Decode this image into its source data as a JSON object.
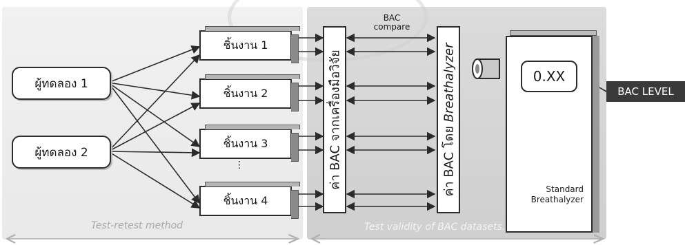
{
  "subjects": [
    "ผู้ทดลอง 1",
    "ผู้ทดลอง 2"
  ],
  "samples": [
    "ชิ้นงาน 1",
    "ชิ้นงาน 2",
    "ชิ้นงาน 3",
    "ชิ้นงาน 4"
  ],
  "ellipsis": "⋮",
  "research_bar_label": "ค่า BAC จากเครื่องมือวิจัย",
  "breathalyzer_bar_label_prefix": "ค่า BAC โดย ",
  "breathalyzer_bar_label_emph": "Breathalyzer",
  "bac_compare": [
    "BAC",
    "compare"
  ],
  "display_value": "0.XX",
  "device_label": [
    "Standard",
    "Breathalyzer"
  ],
  "callout": "BAC LEVEL",
  "method_left": "Test-retest method",
  "method_right": "Test validity of BAC datasets."
}
